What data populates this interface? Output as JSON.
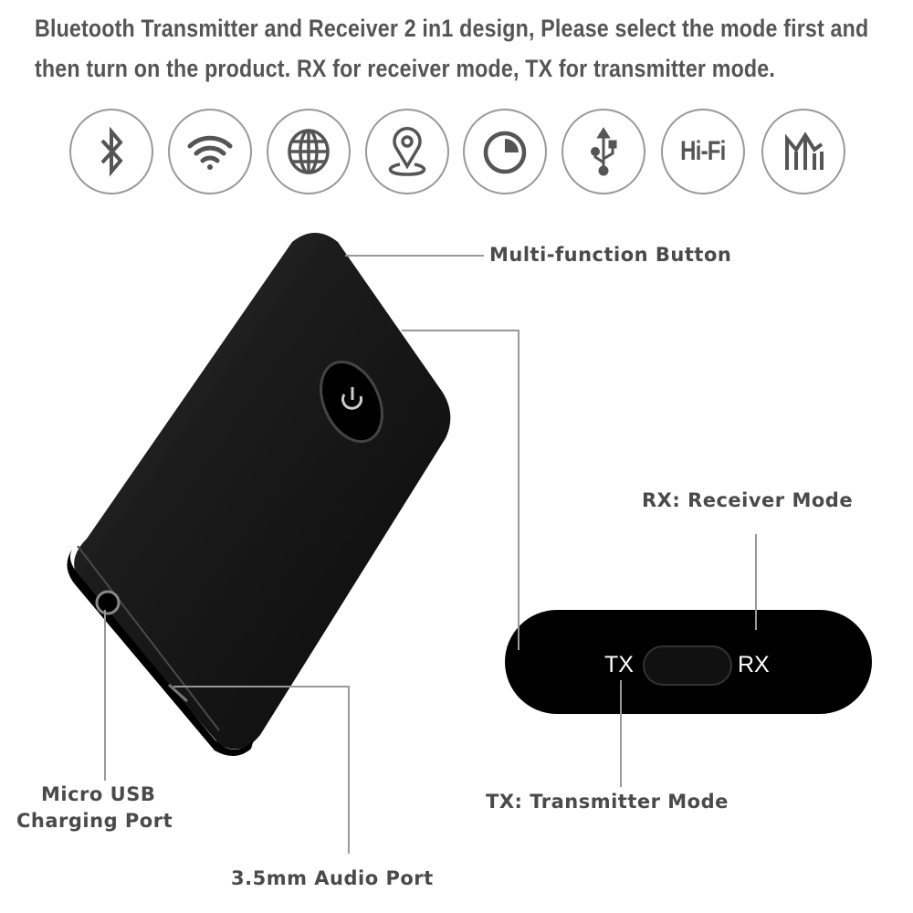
{
  "header": {
    "line1": "Bluetooth Transmitter and Receiver 2 in1 design, Please select the mode first and",
    "line2": "then turn on the product. RX for receiver mode, TX for transmitter mode."
  },
  "feature_icons": [
    "bluetooth-icon",
    "wifi-icon",
    "globe-icon",
    "location-pin-icon",
    "timer-icon",
    "usb-icon",
    "hifi-icon",
    "equalizer-icon"
  ],
  "hifi_text": "Hi-Fi",
  "labels": {
    "multi_function_button": "Multi-function Button",
    "rx_mode": "RX: Receiver Mode",
    "tx_mode": "TX: Transmitter Mode",
    "micro_usb_line1": "Micro USB",
    "micro_usb_line2": "Charging Port",
    "audio_port": "3.5mm Audio Port"
  },
  "switch": {
    "tx": "TX",
    "rx": "RX"
  },
  "colors": {
    "text": "#4a4a4a",
    "device": "#111111",
    "leader_line": "#999999"
  }
}
